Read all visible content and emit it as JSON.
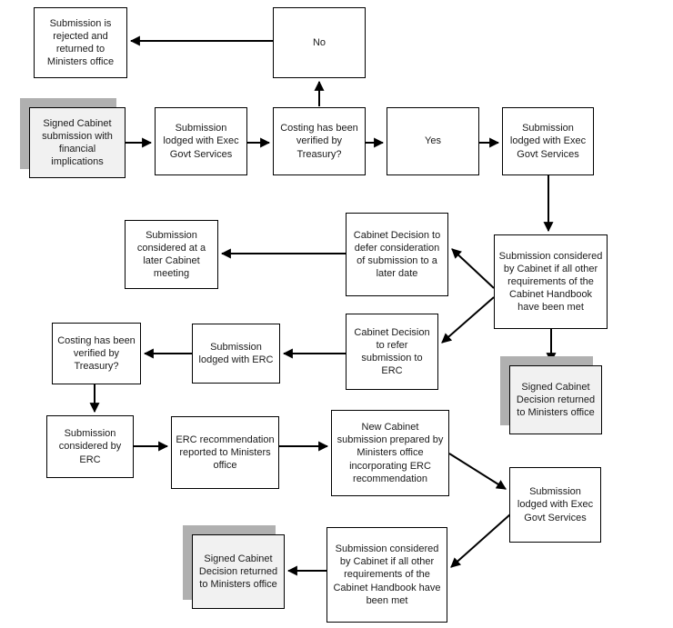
{
  "diagram": {
    "description": "Cabinet submission with financial implications process flowchart",
    "colors": {
      "background": "#ffffff",
      "box_border": "#000000",
      "box_fill": "#ffffff",
      "shaded_box_fill": "#f1f1f1",
      "shadow": "#b0b0b0",
      "arrow": "#000000",
      "text": "#1a1a1a"
    },
    "nodes": {
      "rejected": {
        "label": "Submission is rejected and returned to Ministers office"
      },
      "no": {
        "label": "No"
      },
      "signed_submission": {
        "label": "Signed Cabinet submission with financial implications"
      },
      "lodged_egs_1": {
        "label": "Submission lodged with Exec Govt Services"
      },
      "costing_1": {
        "label": "Costing has been verified by Treasury?"
      },
      "yes": {
        "label": "Yes"
      },
      "lodged_egs_2": {
        "label": "Submission lodged with Exec Govt Services"
      },
      "later_meeting": {
        "label": "Submission considered at a later Cabinet meeting"
      },
      "defer": {
        "label": "Cabinet Decision to defer consideration of submission to a later date"
      },
      "considered_cab_1": {
        "label": "Submission considered by Cabinet if all other requirements of the Cabinet Handbook have been met"
      },
      "costing_2": {
        "label": "Costing has been verified by Treasury?"
      },
      "lodged_erc": {
        "label": "Submission lodged with ERC"
      },
      "refer_erc": {
        "label": "Cabinet Decision to refer submission to ERC"
      },
      "signed_decision_1": {
        "label": "Signed Cabinet Decision returned to Ministers office"
      },
      "considered_erc": {
        "label": "Submission considered by ERC"
      },
      "erc_recommendation": {
        "label": "ERC recommendation reported to Ministers office"
      },
      "new_submission": {
        "label": "New Cabinet submission prepared by Ministers office incorporating ERC recommendation"
      },
      "lodged_egs_3": {
        "label": "Submission lodged with Exec Govt Services"
      },
      "signed_decision_2": {
        "label": "Signed Cabinet Decision returned to Ministers office"
      },
      "considered_cab_2": {
        "label": "Submission considered by Cabinet if all other requirements of the Cabinet Handbook have been met"
      }
    },
    "edges": [
      {
        "from": "no",
        "to": "rejected"
      },
      {
        "from": "costing_1",
        "to": "no"
      },
      {
        "from": "signed_submission",
        "to": "lodged_egs_1"
      },
      {
        "from": "lodged_egs_1",
        "to": "costing_1"
      },
      {
        "from": "costing_1",
        "to": "yes"
      },
      {
        "from": "yes",
        "to": "lodged_egs_2"
      },
      {
        "from": "lodged_egs_2",
        "to": "considered_cab_1"
      },
      {
        "from": "defer",
        "to": "later_meeting"
      },
      {
        "from": "considered_cab_1",
        "to": "defer"
      },
      {
        "from": "considered_cab_1",
        "to": "refer_erc"
      },
      {
        "from": "refer_erc",
        "to": "lodged_erc"
      },
      {
        "from": "lodged_erc",
        "to": "costing_2"
      },
      {
        "from": "costing_2",
        "to": "considered_erc"
      },
      {
        "from": "considered_erc",
        "to": "erc_recommendation"
      },
      {
        "from": "erc_recommendation",
        "to": "new_submission"
      },
      {
        "from": "new_submission",
        "to": "lodged_egs_3"
      },
      {
        "from": "lodged_egs_3",
        "to": "considered_cab_2"
      },
      {
        "from": "considered_cab_1",
        "to": "signed_decision_1"
      },
      {
        "from": "considered_cab_2",
        "to": "signed_decision_2"
      }
    ]
  }
}
